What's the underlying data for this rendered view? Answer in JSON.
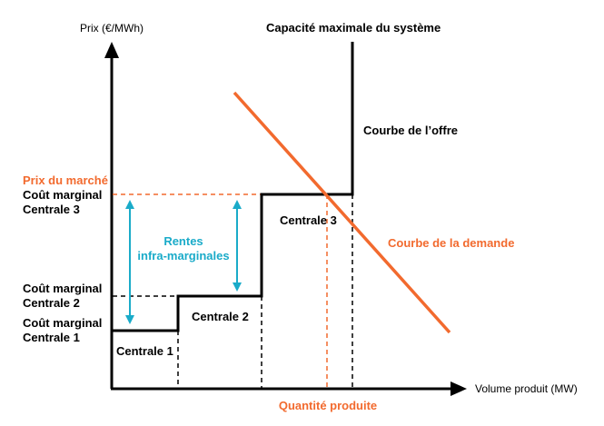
{
  "diagram": {
    "y_axis_label": "Prix (€/MWh)",
    "x_axis_label": "Volume produit (MW)",
    "capacity_label": "Capacité maximale du système",
    "supply_label": "Courbe de l’offre",
    "demand_label": "Courbe de la demande",
    "market_price_label": "Prix du marché",
    "marginal_cost_3": [
      "Coût marginal",
      "Centrale 3"
    ],
    "marginal_cost_2": [
      "Coût marginal",
      "Centrale 2"
    ],
    "marginal_cost_1": [
      "Coût marginal",
      "Centrale 1"
    ],
    "rents_label": [
      "Rentes",
      "infra-marginales"
    ],
    "plant_1": "Centrale 1",
    "plant_2": "Centrale 2",
    "plant_3": "Centrale 3",
    "quantity_label": "Quantité produite"
  },
  "colors": {
    "orange": "#f26a2e",
    "cyan": "#1aabc9",
    "black": "#000000"
  }
}
